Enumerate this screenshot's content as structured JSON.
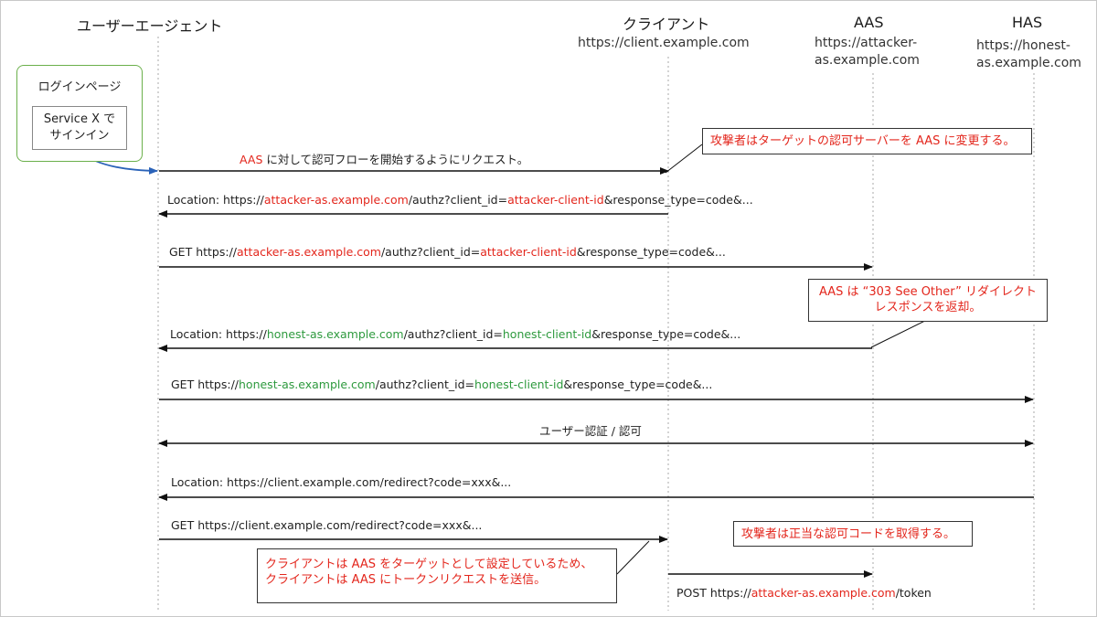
{
  "actors": {
    "user_agent": "ユーザーエージェント",
    "client": {
      "name": "クライアント",
      "url": "https://client.example.com"
    },
    "aas": {
      "name": "AAS",
      "url_line1": "https://attacker-",
      "url_line2": "as.example.com"
    },
    "has": {
      "name": "HAS",
      "url_line1": "https://honest-",
      "url_line2": "as.example.com"
    }
  },
  "login_page": {
    "title": "ログインページ",
    "button_line1": "Service X で",
    "button_line2": "サインイン"
  },
  "messages": {
    "m1": {
      "red": "AAS",
      "text": " に対して認可フローを開始するようにリクエスト。"
    },
    "m2": {
      "p1": "Location: https://",
      "p2": "attacker-as.example.com",
      "p3": "/authz?client_id=",
      "p4": "attacker-client-id",
      "p5": "&response_type=code&..."
    },
    "m3": {
      "p1": "GET https://",
      "p2": "attacker-as.example.com",
      "p3": "/authz?client_id=",
      "p4": "attacker-client-id",
      "p5": "&response_type=code&..."
    },
    "m4": {
      "p1": "Location: https://",
      "p2": "honest-as.example.com",
      "p3": "/authz?client_id=",
      "p4": "honest-client-id",
      "p5": "&response_type=code&..."
    },
    "m5": {
      "p1": "GET https://",
      "p2": "honest-as.example.com",
      "p3": "/authz?client_id=",
      "p4": "honest-client-id",
      "p5": "&response_type=code&..."
    },
    "m6": "ユーザー認証 / 認可",
    "m7": "Location: https://client.example.com/redirect?code=xxx&...",
    "m8": "GET https://client.example.com/redirect?code=xxx&...",
    "m9": {
      "p1": "POST https://",
      "p2": "attacker-as.example.com",
      "p3": "/token"
    }
  },
  "notes": {
    "n1": "攻撃者はターゲットの認可サーバーを AAS に変更する。",
    "n2_line1": "AAS は “303 See Other” リダイレクト",
    "n2_line2": "レスポンスを返却。",
    "n3": "攻撃者は正当な認可コードを取得する。",
    "n4_line1": "クライアントは AAS をターゲットとして設定しているため、",
    "n4_line2": "クライアントは AAS にトークンリクエストを送信。"
  },
  "colors": {
    "attacker": "#e3261c",
    "honest": "#2e9a3e",
    "line": "#111111",
    "connector": "#2a62b8",
    "login_border": "#6bb04b"
  }
}
